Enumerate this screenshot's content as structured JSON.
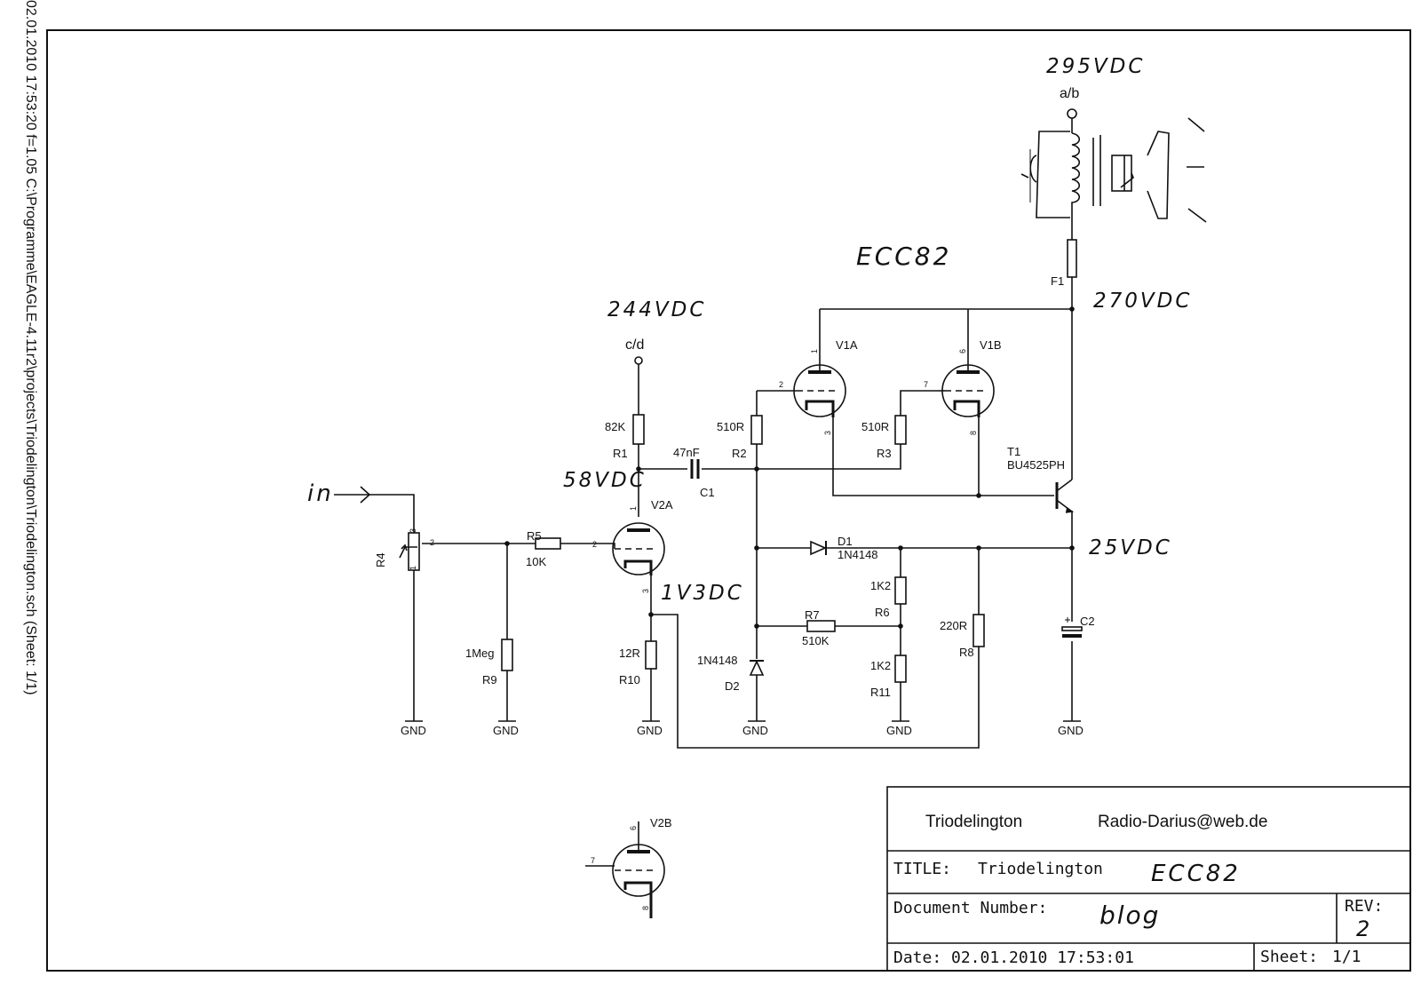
{
  "margin_note": "02.01.2010 17:53:20  f=1.05  C:\\Programme\\EAGLE-4.11r2\\projects\\Triodelington\\Triodelington.sch (Sheet: 1/1)",
  "annotations": {
    "v295": "295VDC",
    "v270": "270VDC",
    "v244": "244VDC",
    "v58": "58VDC",
    "v25": "25VDC",
    "v1": "1V3DC",
    "ecc82": "ECC82",
    "in": "in"
  },
  "connectors": {
    "ab": "a/b",
    "cd": "c/d"
  },
  "components": {
    "R1": {
      "ref": "R1",
      "value": "82K"
    },
    "R2": {
      "ref": "R2",
      "value": "510R"
    },
    "R3": {
      "ref": "R3",
      "value": "510R"
    },
    "R4": {
      "ref": "R4"
    },
    "R5": {
      "ref": "R5",
      "value": "10K"
    },
    "R6": {
      "ref": "R6",
      "value": "1K2"
    },
    "R7": {
      "ref": "R7",
      "value": "510K"
    },
    "R8": {
      "ref": "R8",
      "value": "220R"
    },
    "R9": {
      "ref": "R9",
      "value": "1Meg"
    },
    "R10": {
      "ref": "R10",
      "value": "12R"
    },
    "R11": {
      "ref": "R11",
      "value": "1K2"
    },
    "C1": {
      "ref": "C1",
      "value": "47nF"
    },
    "C2": {
      "ref": "C2"
    },
    "D1": {
      "ref": "D1",
      "value": "1N4148"
    },
    "D2": {
      "ref": "D2",
      "value": "1N4148"
    },
    "F1": {
      "ref": "F1"
    },
    "T1": {
      "ref": "T1",
      "value": "BU4525PH"
    },
    "V1A": {
      "ref": "V1A"
    },
    "V1B": {
      "ref": "V1B"
    },
    "V2A": {
      "ref": "V2A"
    },
    "V2B": {
      "ref": "V2B"
    }
  },
  "pins": {
    "v1a_plate": "1",
    "v1a_grid": "2",
    "v1a_cath": "3",
    "v1b_plate": "6",
    "v1b_grid": "7",
    "v1b_cath": "8",
    "v2a_plate": "1",
    "v2a_grid": "2",
    "v2a_cath": "3",
    "v2b_plate": "6",
    "v2b_grid": "7",
    "v2b_cath": "8",
    "r4_top": "3",
    "r4_wiper": "2",
    "r4_bot": "1"
  },
  "gnd_label": "GND",
  "title_block": {
    "project": "Triodelington",
    "email": "Radio-Darius@web.de",
    "title_label": "TITLE:",
    "title_value": "Triodelington",
    "title_hand": "ECC82",
    "docnum_label": "Document Number:",
    "docnum_value": "blog",
    "rev_label": "REV:",
    "rev_value": "2",
    "date_label": "Date:",
    "date_value": "02.01.2010 17:53:01",
    "sheet_label": "Sheet:",
    "sheet_value": "1/1"
  }
}
